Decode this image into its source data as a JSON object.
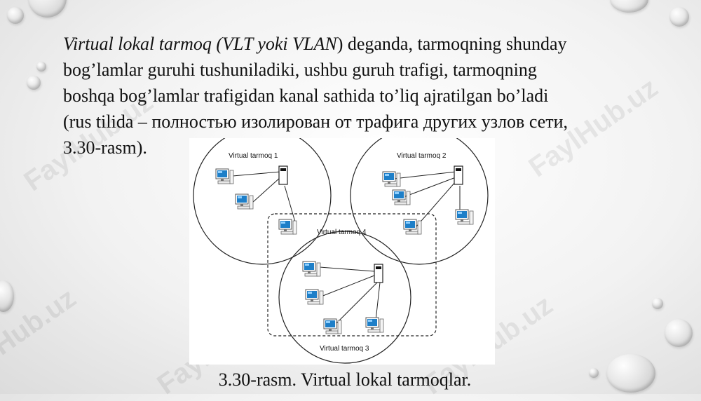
{
  "paragraph": {
    "italic_term": "Virtual lokal tarmoq (VLT yoki VLAN",
    "line1_rest": ") deganda, tarmoqning shunday",
    "line2": "bog’lamlar guruhi tushuniladiki, ushbu guruh trafigi, tarmoqning",
    "line3": "boshqa bog’lamlar trafigidan kanal sathida to’liq ajratilgan bo’ladi",
    "line4": "(rus tilida – полностью изолирован от трафига других узлов сети,",
    "line5": "3.30-rasm)."
  },
  "figure": {
    "labels": {
      "net1": "Virtual tarmoq 1",
      "net2": "Virtual tarmoq 2",
      "net3": "Virtual tarmoq 3",
      "net4": "Virtual tarmoq 4"
    },
    "icons": {
      "computer": "computer-icon",
      "switch": "switch-icon"
    }
  },
  "caption": "3.30-rasm. Virtual lokal tarmoqlar.",
  "watermark": "FaylHub.uz",
  "colors": {
    "screen": "#1e7fc8",
    "text": "#111111"
  }
}
